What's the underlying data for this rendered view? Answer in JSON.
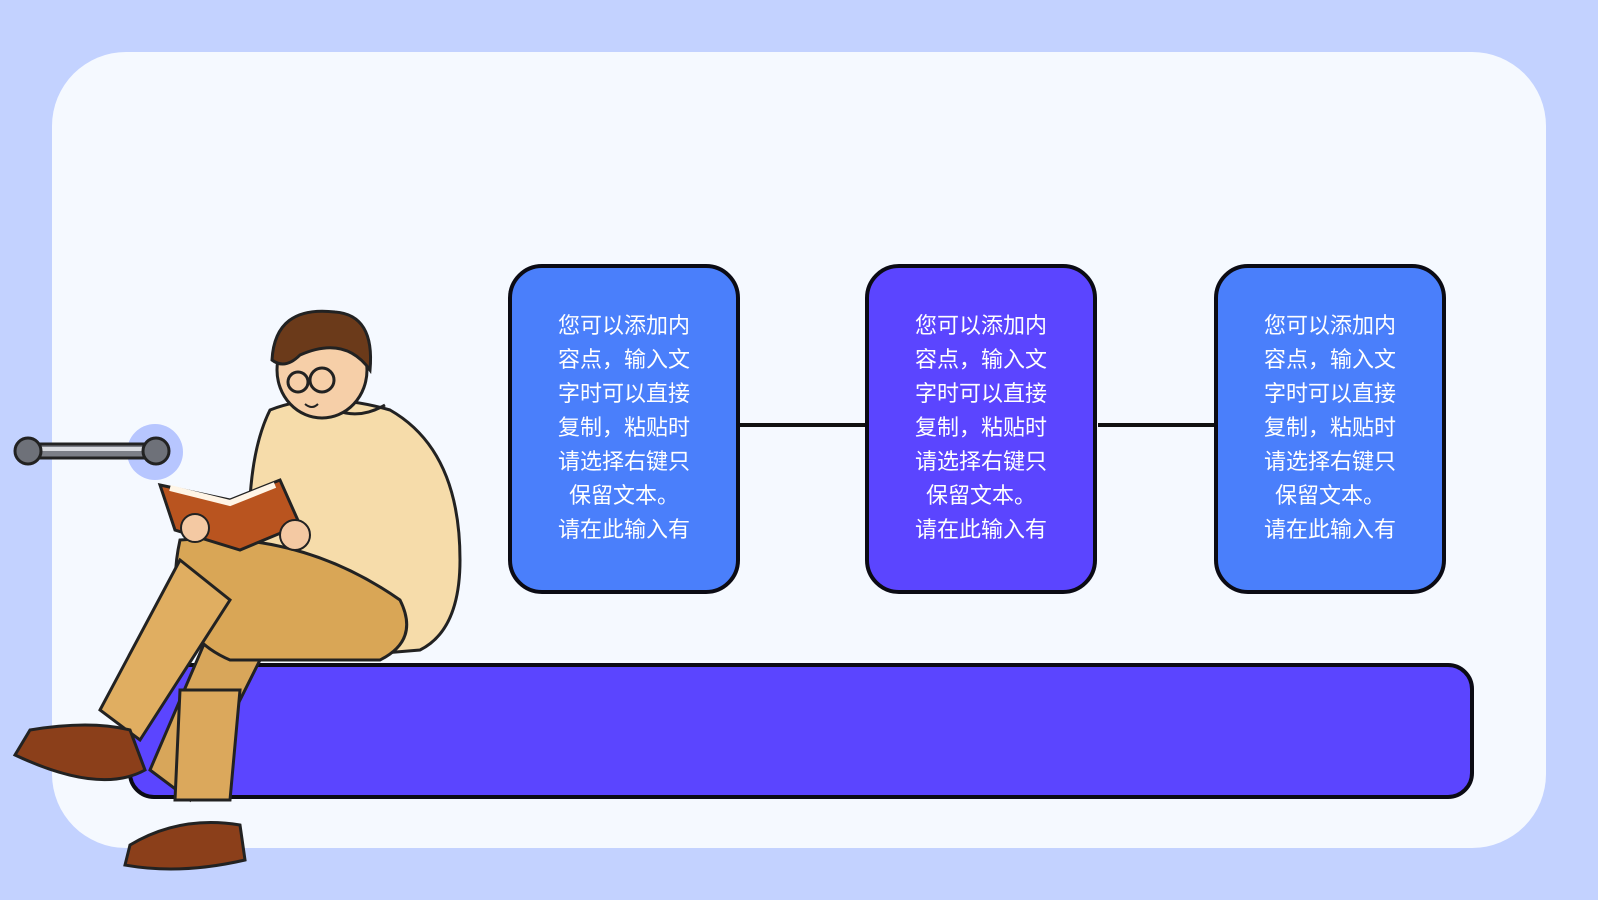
{
  "colors": {
    "page_background": "#c3d2ff",
    "card_background": "#f5f9ff",
    "box_blue": "#4a7ffb",
    "box_purple": "#5b45ff",
    "bench_purple": "#5b45ff",
    "outline": "#0b0b14"
  },
  "boxes": [
    {
      "text": "您可以添加内\n容点，输入文\n字时可以直接\n复制，粘贴时\n请选择右键只\n保留文本。\n请在此输入有",
      "color": "#4a7ffb"
    },
    {
      "text": "您可以添加内\n容点，输入文\n字时可以直接\n复制，粘贴时\n请选择右键只\n保留文本。\n请在此输入有",
      "color": "#5b45ff"
    },
    {
      "text": "您可以添加内\n容点，输入文\n字时可以直接\n复制，粘贴时\n请选择右键只\n保留文本。\n请在此输入有",
      "color": "#4a7ffb"
    }
  ],
  "icons": {
    "handle": "slider-handle-icon",
    "illustration": "reading-person-illustration"
  }
}
